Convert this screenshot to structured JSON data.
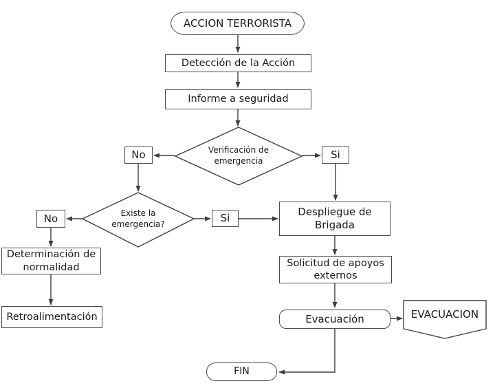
{
  "colors": {
    "line": "#3f3f3f",
    "node_fill": "#ffffff",
    "text": "#1a1a1a"
  },
  "nodes": {
    "accion_terrorista": "ACCION TERRORISTA",
    "deteccion": "Detección de la Acción",
    "informe": "Informe a seguridad",
    "verificacion": "Verificación de\nemergencia",
    "no1": "No",
    "si1": "Si",
    "existe": "Existe la\nemergencia?",
    "no2": "No",
    "si2": "Si",
    "determinacion": "Determinación de\nnormalidad",
    "retroalimentacion": "Retroalimentación",
    "despliegue": "Despliegue de\nBrigada",
    "solicitud": "Solicitud de apoyos\nexternos",
    "evacuacion": "Evacuación",
    "evacuacion_doc": "EVACUACION",
    "fin": "FIN"
  }
}
